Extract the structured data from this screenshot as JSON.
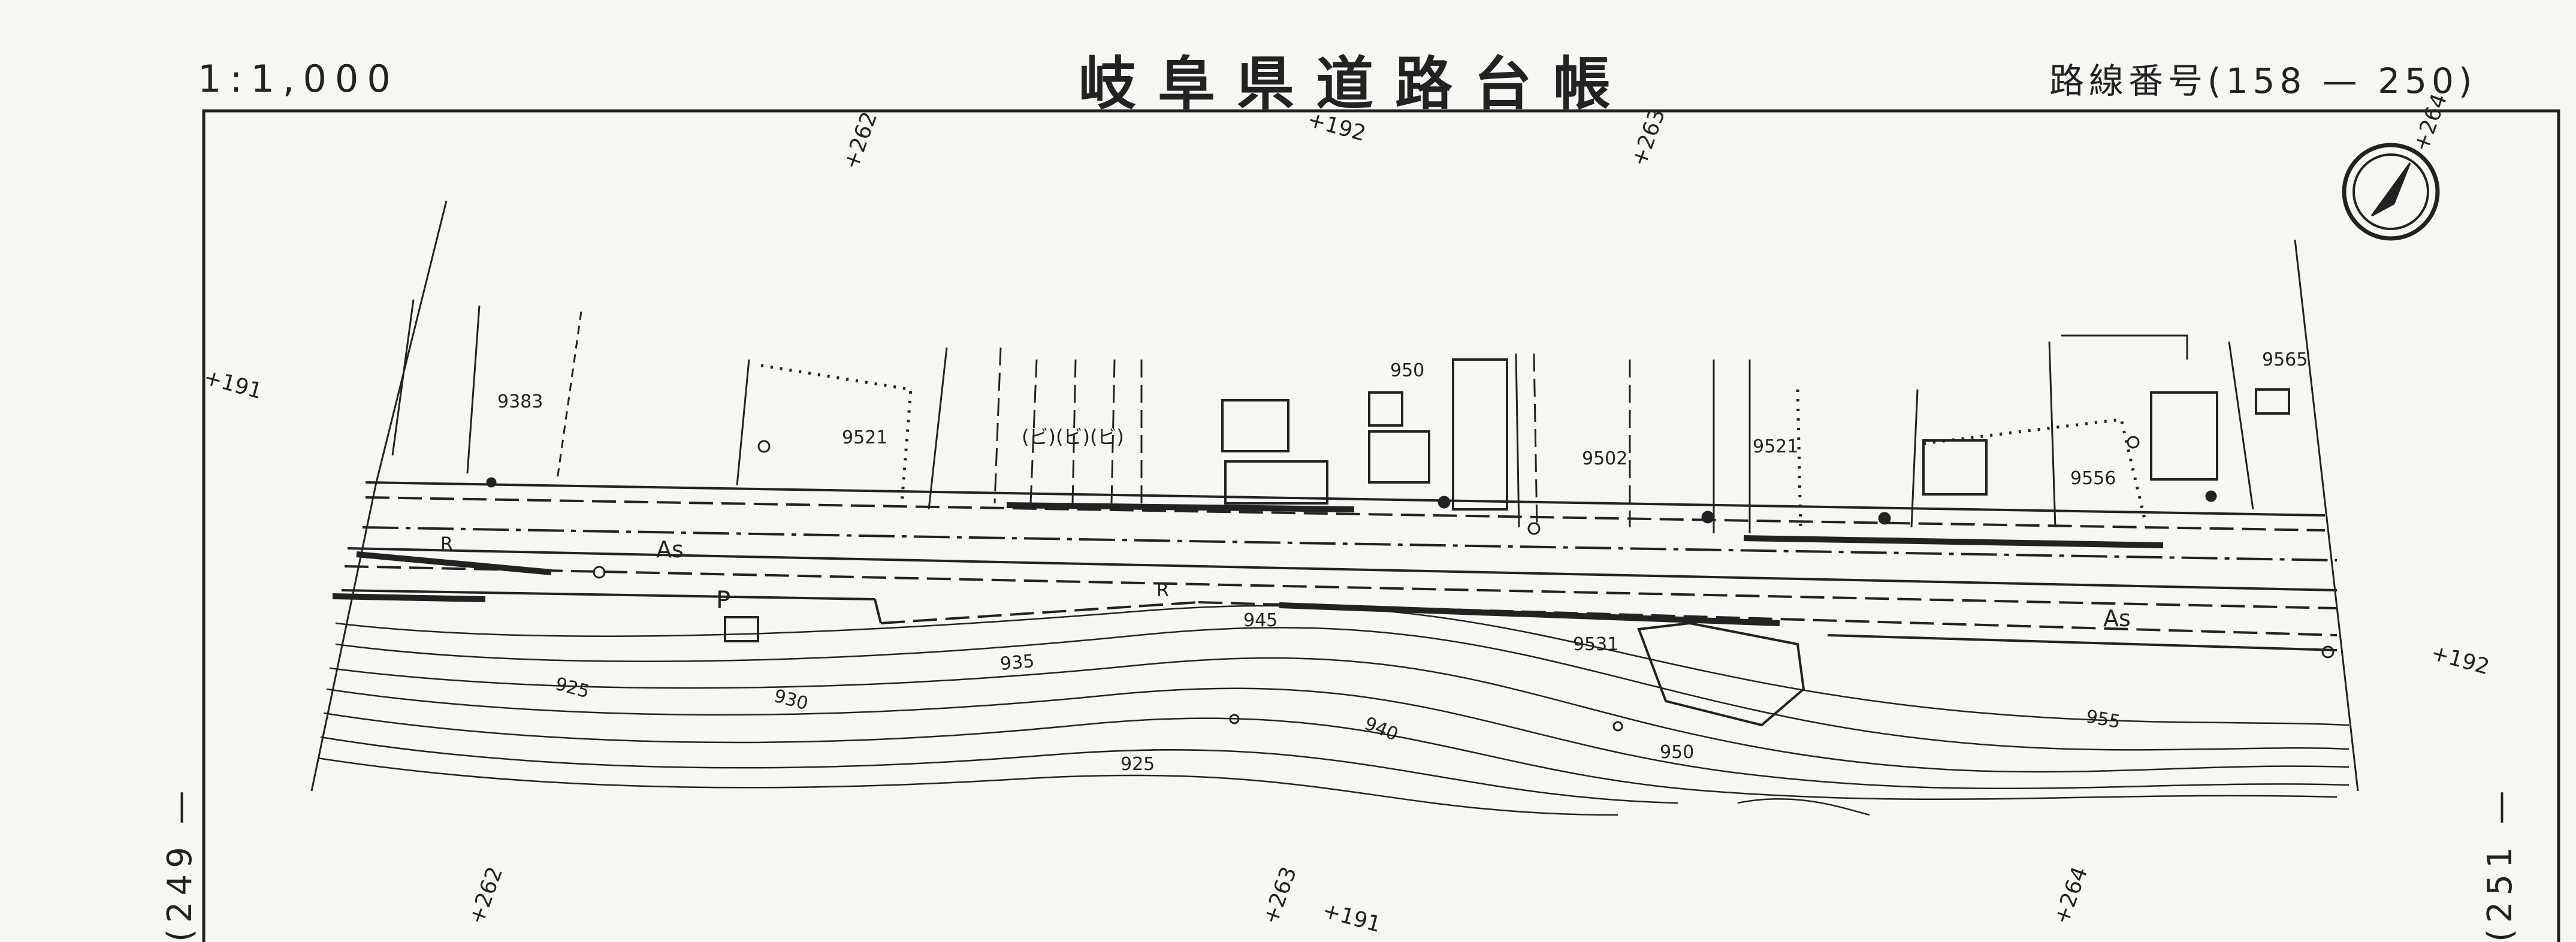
{
  "header": {
    "scale": "1:1,000",
    "title": "岐阜県道路台帳",
    "route_number": "路線番号(158 — 250)"
  },
  "side_labels": {
    "left": "(249 —",
    "right": "(251 —"
  },
  "north_arrow_icon": "north-arrow-icon",
  "station_labels": {
    "top_262": "+262",
    "top_192": "+192",
    "top_263": "+263",
    "top_264": "+264",
    "left_191": "+191",
    "right_192": "+192",
    "bottom_262": "+262",
    "bottom_263": "+263",
    "bottom_191": "+191",
    "bottom_264": "+264"
  },
  "plan_labels": {
    "lot_9383": "9383",
    "lot_9521_a": "9521",
    "lot_9502": "9502",
    "lot_9521_b": "9521",
    "lot_9556": "9556",
    "lot_9565": "9565",
    "lot_9531": "9531",
    "surface_as_left": "As",
    "surface_as_right": "As",
    "parking": "P",
    "retaining_r_left": "R",
    "retaining_r_mid": "R",
    "field_bi": "(ビ)(ビ)(ビ)"
  },
  "contour_labels": [
    "925",
    "930",
    "935",
    "940",
    "945",
    "950",
    "955",
    "925",
    "950"
  ],
  "colors": {
    "ink": "#222222",
    "paper": "#f6f6f3"
  }
}
